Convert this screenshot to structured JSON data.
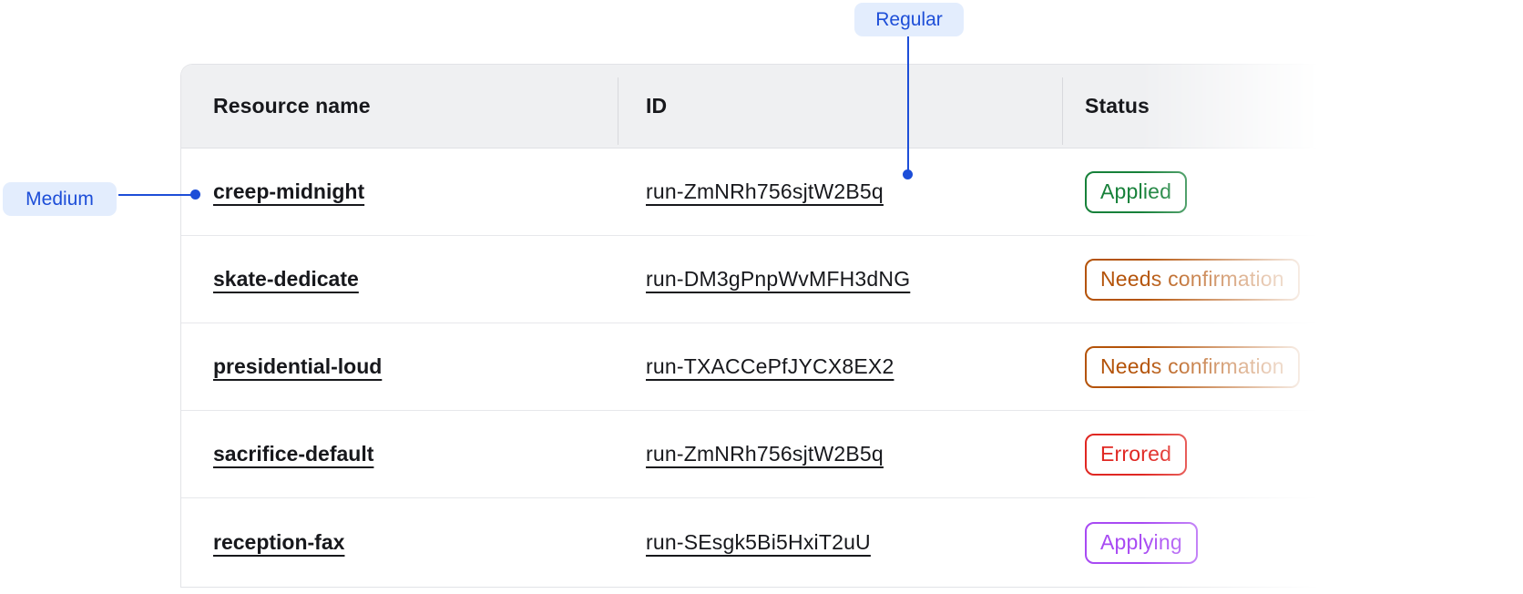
{
  "annotations": {
    "regular": {
      "label": "Regular",
      "points_to": "id-column-text"
    },
    "medium": {
      "label": "Medium",
      "points_to": "resource-name-text"
    }
  },
  "table": {
    "columns": [
      {
        "label": "Resource name"
      },
      {
        "label": "ID"
      },
      {
        "label": "Status"
      }
    ],
    "rows": [
      {
        "resource_name": "creep-midnight",
        "id": "run-ZmNRh756sjtW2B5q",
        "status": "Applied",
        "status_color": "applied_green"
      },
      {
        "resource_name": "skate-dedicate",
        "id": "run-DM3gPnpWvMFH3dNG",
        "status": "Needs confirmation",
        "status_color": "needs_confirmation_orange"
      },
      {
        "resource_name": "presidential-loud",
        "id": "run-TXACCePfJYCX8EX2",
        "status": "Needs confirmation",
        "status_color": "needs_confirmation_orange"
      },
      {
        "resource_name": "sacrifice-default",
        "id": "run-ZmNRh756sjtW2B5q",
        "status": "Errored",
        "status_color": "errored_red"
      },
      {
        "resource_name": "reception-fax",
        "id": "run-SEsgk5Bi5HxiT2uU",
        "status": "Applying",
        "status_color": "applying_purple"
      }
    ]
  },
  "colors": {
    "annotation_blue": "#1d4ed8",
    "annotation_pill_bg": "#e3edfd",
    "applied_green": "#17813a",
    "needs_confirmation_orange": "#b45309",
    "errored_red": "#e02722",
    "applying_purple": "#a84af3",
    "header_bg": "#eff0f2",
    "row_border_gray": "#e7e8eb",
    "text_dark": "#17181c"
  }
}
